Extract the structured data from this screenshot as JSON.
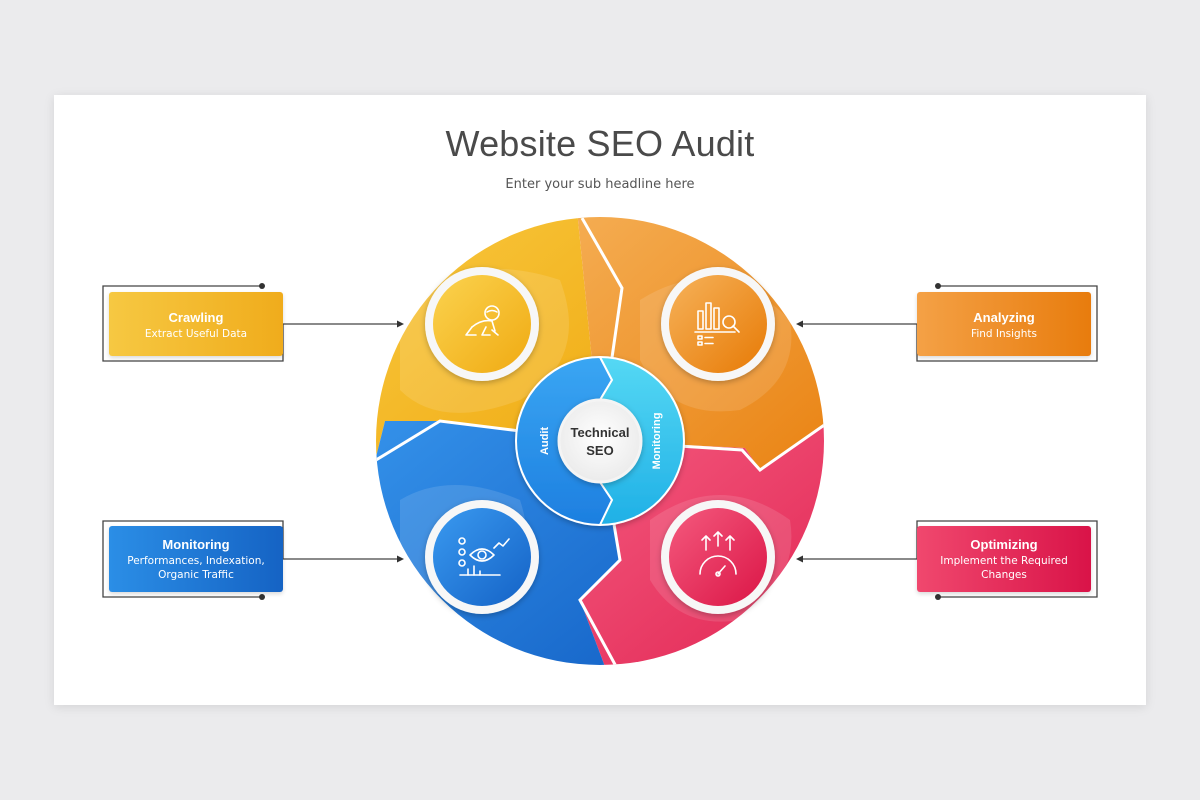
{
  "header": {
    "title": "Website SEO Audit",
    "subtitle": "Enter your sub headline here"
  },
  "center": {
    "line1": "Technical",
    "line2": "SEO",
    "left_label": "Audit",
    "right_label": "Monitoring"
  },
  "steps": [
    {
      "key": "crawling",
      "title": "Crawling",
      "desc_lines": [
        "Extract Useful Data"
      ],
      "icon": "crawling-baby-icon",
      "color": "#f2b51f"
    },
    {
      "key": "analyzing",
      "title": "Analyzing",
      "desc_lines": [
        "Find Insights"
      ],
      "icon": "bar-chart-magnifier-icon",
      "color": "#ec8a1f"
    },
    {
      "key": "monitoring",
      "title": "Monitoring",
      "desc_lines": [
        "Performances, Indexation,",
        "Organic Traffic"
      ],
      "icon": "eye-analytics-icon",
      "color": "#1f78d6"
    },
    {
      "key": "optimizing",
      "title": "Optimizing",
      "desc_lines": [
        "Implement the Required",
        "Changes"
      ],
      "icon": "gauge-arrows-up-icon",
      "color": "#e2234f"
    }
  ]
}
